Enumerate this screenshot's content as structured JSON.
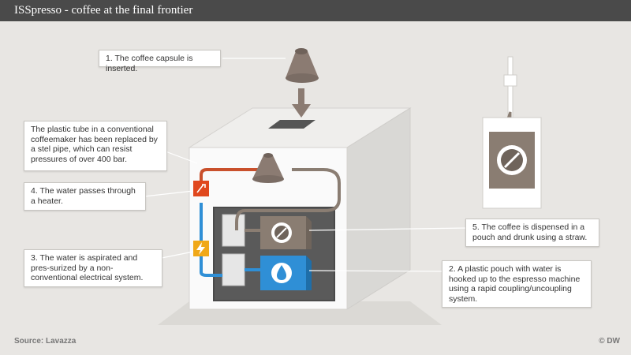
{
  "header": {
    "title": "ISSpresso - coffee at the final frontier"
  },
  "callouts": {
    "step1": "1. The coffee capsule is inserted.",
    "plastic_tube": "The plastic tube in a conventional coffeemaker has been replaced by a stel pipe, which can resist pressures of over 400 bar.",
    "step4": "4. The water passes through a heater.",
    "step3": "3. The water is aspirated and pres-surized by a non-conventional electrical system.",
    "step5": "5. The coffee is dispensed in a pouch and drunk using a straw.",
    "step2": "2. A plastic pouch with water is hooked up to the espresso machine using a rapid coupling/uncoupling system."
  },
  "footer": {
    "source": "Source: Lavazza",
    "credit": "© DW"
  },
  "colors": {
    "hot_pipe": "#c9502c",
    "cold_pipe": "#2f8fd6",
    "coffee_pouch": "#8a7d72",
    "water_pouch": "#2f8fd6",
    "heater": "#e0481e",
    "pump": "#f0a818"
  },
  "icons": [
    "coffee-capsule-icon",
    "coffee-bean-icon",
    "water-drop-icon",
    "heater-coil-icon",
    "lightning-icon",
    "down-arrow-icon"
  ]
}
